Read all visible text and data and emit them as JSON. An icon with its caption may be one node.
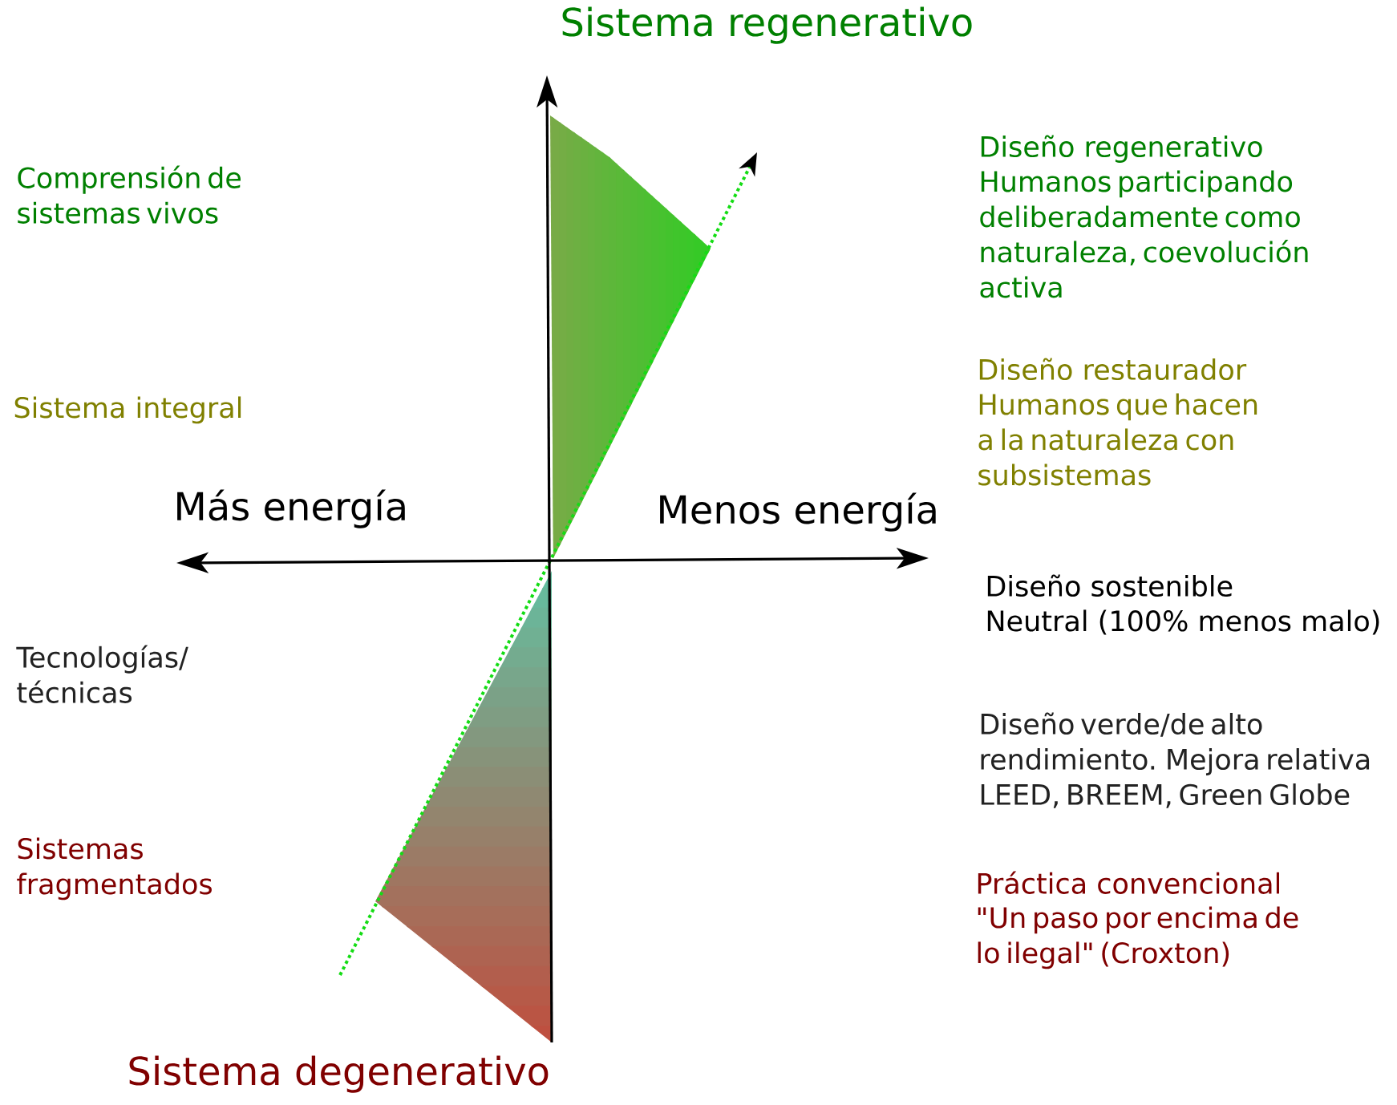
{
  "diagram": {
    "labels": [
      "Sistema regenerativo",
      "Diseño regenerativo",
      "Humanos participando deliberadamente como naturaleza, coevolución activa",
      "Comprensión de sistemas vivos",
      "Diseño restaurador",
      "Humanos que hacen a la naturaleza con subsistemas",
      "Sistema integral",
      "Más energía",
      "Menos energía",
      "Diseño sostenible",
      "Neutral (100% menos malo)",
      "Tecnologías/ técnicas",
      "Diseño verde/de alto rendimiento. Mejora relativa LEED, BREEM, Green Globe",
      "Sistemas fragmentados",
      "Práctica convencional",
      "\"Un paso por encima de lo ilegal\" (Croxton)",
      "Sistema degenerativo"
    ]
  }
}
